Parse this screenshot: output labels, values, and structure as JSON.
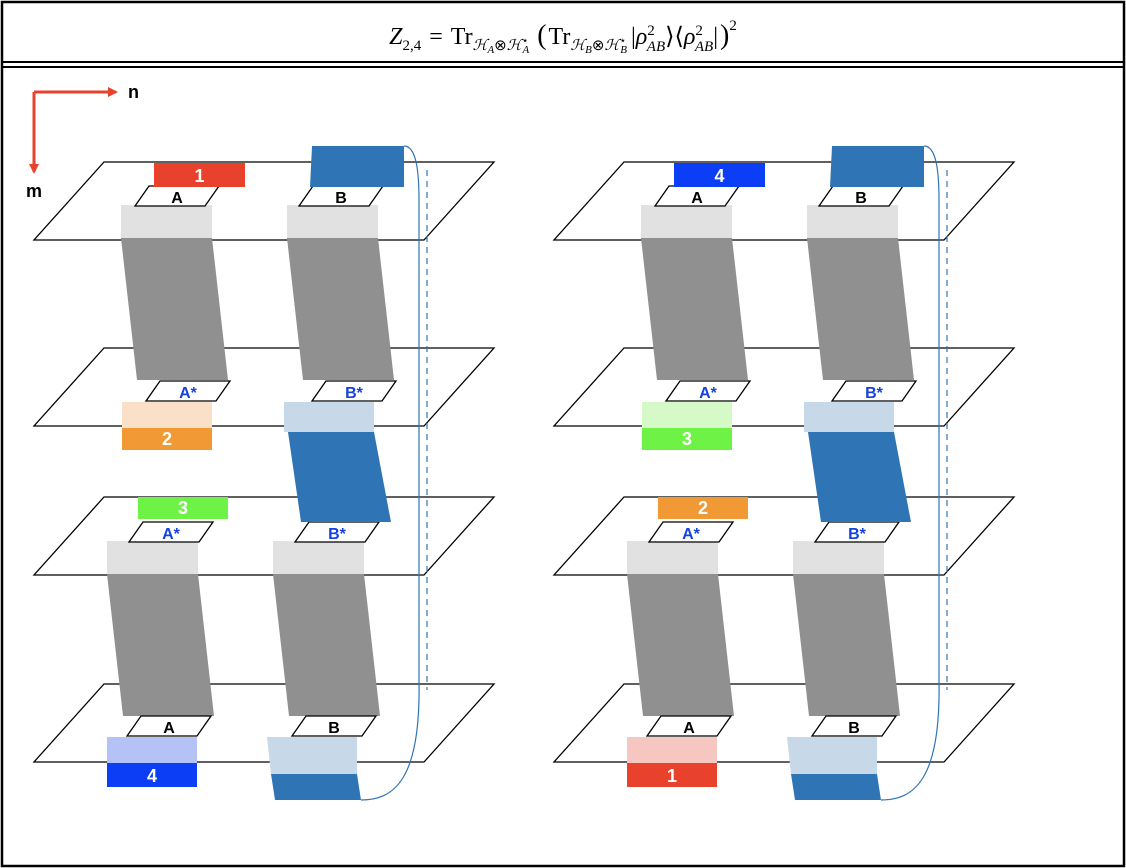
{
  "formula": {
    "lhs_Z": "Z",
    "lhs_sub": "2,4",
    "eq": "=",
    "tr1": "Tr",
    "tr1_sub_H": "ℋ",
    "tr1_sub_A": "A",
    "tr1_sub_otimes": "⊗",
    "tr1_sub_H2": "ℋ",
    "tr1_sub_A2": "A",
    "tr1_sub_star": "⋆",
    "open_paren": "(",
    "tr2": "Tr",
    "tr2_sub_H": "ℋ",
    "tr2_sub_B": "B",
    "tr2_sub_otimes": "⊗",
    "tr2_sub_H2": "ℋ",
    "tr2_sub_B2": "B",
    "tr2_sub_star": "⋆",
    "ket_open": "|",
    "rho1": "ρ",
    "rho1_sup": "2",
    "rho1_sub": "AB",
    "ket_close": "⟩⟨",
    "rho2": "ρ",
    "rho2_sup": "2",
    "rho2_sub": "AB",
    "bra_close": "|",
    "close_paren": ")",
    "outer_sup": "2"
  },
  "axes": {
    "n_label": "n",
    "m_label": "m",
    "arrow_color": "#e8412c"
  },
  "colors": {
    "red": "#e8412c",
    "red_light": "#f6c7c0",
    "orange": "#f19a35",
    "orange_light": "#fbe0c8",
    "green": "#6ef246",
    "green_light": "#d6f9c8",
    "blue_tab": "#0b3ef5",
    "blue_tab_light": "#b4c2f5",
    "steel": "#2f75b5",
    "steel_light": "#c7d8e9",
    "gray_dark": "#909090",
    "gray_light": "#e1e1e1",
    "label_blue": "#1541e0"
  },
  "left_panel": {
    "tab_top": "1",
    "tab_mid_bottom": "2",
    "tab_mid_top": "3",
    "tab_bottom": "4",
    "plane1": {
      "a": "A",
      "b": "B"
    },
    "plane2": {
      "a": "A*",
      "b": "B*"
    },
    "plane3": {
      "a": "A*",
      "b": "B*"
    },
    "plane4": {
      "a": "A",
      "b": "B"
    }
  },
  "right_panel": {
    "tab_top": "4",
    "tab_mid_bottom": "3",
    "tab_mid_top": "2",
    "tab_bottom": "1",
    "plane1": {
      "a": "A",
      "b": "B"
    },
    "plane2": {
      "a": "A*",
      "b": "B*"
    },
    "plane3": {
      "a": "A*",
      "b": "B*"
    },
    "plane4": {
      "a": "A",
      "b": "B"
    }
  }
}
